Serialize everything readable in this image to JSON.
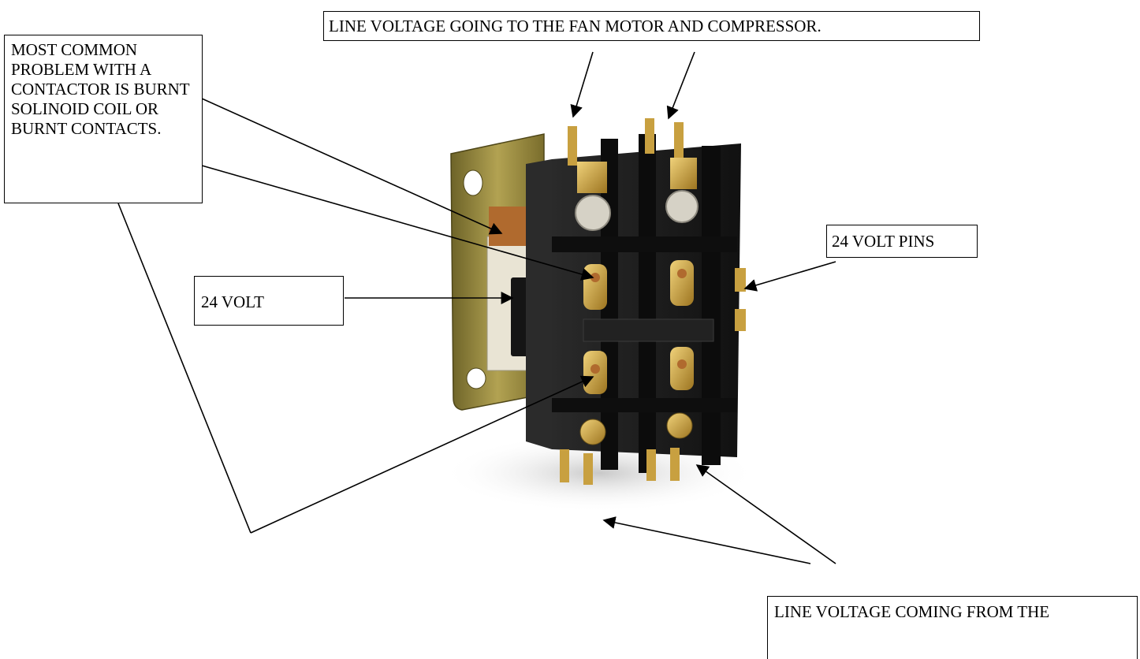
{
  "callouts": {
    "top": "LINE VOLTAGE GOING TO THE FAN MOTOR AND COMPRESSOR.",
    "left": "MOST COMMON PROBLEM WITH A CONTACTOR IS BURNT SOLINOID COIL OR BURNT CONTACTS.",
    "coil": "24 VOLT",
    "pins": "24 VOLT PINS",
    "bottom": "LINE VOLTAGE COMING FROM THE"
  },
  "colors": {
    "housing": "#1c1c1c",
    "bracket": "#9a8a3e",
    "brass": "#c8a040",
    "copper": "#b06a2e",
    "coil": "#e9e4d4"
  }
}
